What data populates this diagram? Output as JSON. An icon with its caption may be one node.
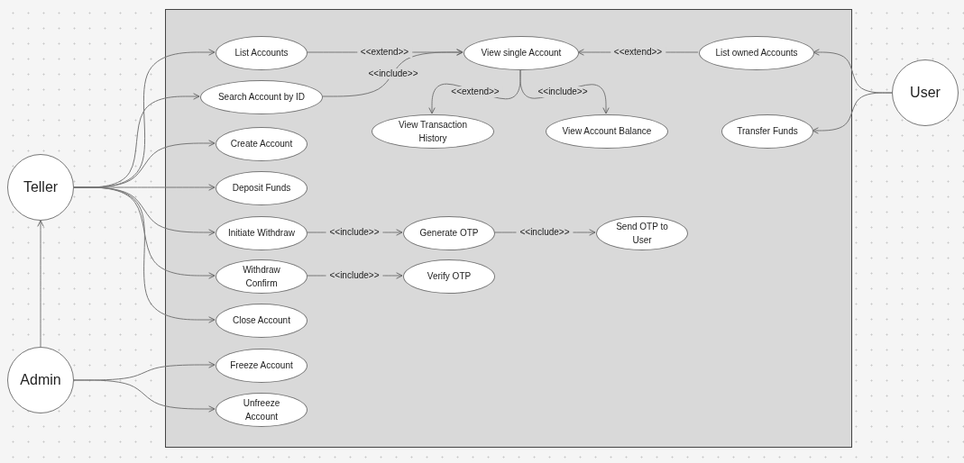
{
  "diagram": {
    "nodes": [
      {
        "text": [],
        "shape": "box"
      },
      {
        "text": [
          "List Accounts"
        ],
        "in": 0
      },
      {
        "text": [
          "Search Account by ID"
        ],
        "in": 0
      },
      {
        "text": [
          "View single Account"
        ],
        "in": 0
      },
      {
        "text": [
          "List owned Accounts"
        ],
        "in": 0
      },
      {
        "text": [
          "View Transaction History"
        ],
        "in": 0
      },
      {
        "text": [
          "View Account Balance"
        ],
        "in": 0
      },
      {
        "text": [
          "Transfer Funds"
        ],
        "in": 0
      },
      {
        "text": [
          "Create Account"
        ],
        "in": 0
      },
      {
        "text": [
          "Deposit Funds"
        ],
        "in": 0
      },
      {
        "text": [
          "Initiate Withdraw"
        ],
        "in": 0
      },
      {
        "text": [
          "Generate OTP"
        ],
        "in": 0
      },
      {
        "text": [
          "Send OTP to User"
        ],
        "in": 0
      },
      {
        "text": [
          "Withdraw Confirm"
        ],
        "in": 0
      },
      {
        "text": [
          "Verify OTP"
        ],
        "in": 0
      },
      {
        "text": [
          "Close Account"
        ],
        "in": 0
      },
      {
        "text": [
          "Freeze Account"
        ],
        "in": 0
      },
      {
        "text": [
          "Unfreeze Account"
        ],
        "in": 0
      },
      {
        "text": [
          "Teller"
        ]
      },
      {
        "text": [
          "Admin"
        ]
      },
      {
        "text": [
          "User"
        ]
      }
    ],
    "edges": [
      {
        "from": 18,
        "to": 1,
        "arrow": "to"
      },
      {
        "from": 18,
        "to": 2,
        "arrow": "to"
      },
      {
        "from": 18,
        "to": 8,
        "arrow": "to"
      },
      {
        "from": 18,
        "to": 9,
        "arrow": "to"
      },
      {
        "from": 18,
        "to": 10,
        "arrow": "to"
      },
      {
        "from": 18,
        "to": 13,
        "arrow": "to"
      },
      {
        "from": 18,
        "to": 15,
        "arrow": "to"
      },
      {
        "from": 19,
        "to": 18,
        "arrow": "to"
      },
      {
        "from": 19,
        "to": 16,
        "arrow": "to"
      },
      {
        "from": 19,
        "to": 17,
        "arrow": "to"
      },
      {
        "from": 20,
        "to": 4,
        "arrow": "to"
      },
      {
        "from": 20,
        "to": 7,
        "arrow": "to"
      },
      {
        "from": 1,
        "to": 3,
        "arrow": "to",
        "label": "<<extend>>"
      },
      {
        "from": 2,
        "to": 3,
        "arrow": "to",
        "label": "<<include>>"
      },
      {
        "from": 4,
        "to": 3,
        "arrow": "to",
        "label": "<<extend>>"
      },
      {
        "from": 3,
        "to": 5,
        "arrow": "to",
        "label": "<<extend>>"
      },
      {
        "from": 3,
        "to": 6,
        "arrow": "to",
        "label": "<<include>>"
      },
      {
        "from": 10,
        "to": 11,
        "arrow": "to",
        "label": "<<include>>"
      },
      {
        "from": 11,
        "to": 12,
        "arrow": "to",
        "label": "<<include>>"
      },
      {
        "from": 13,
        "to": 14,
        "arrow": "to",
        "label": "<<include>>"
      }
    ]
  }
}
